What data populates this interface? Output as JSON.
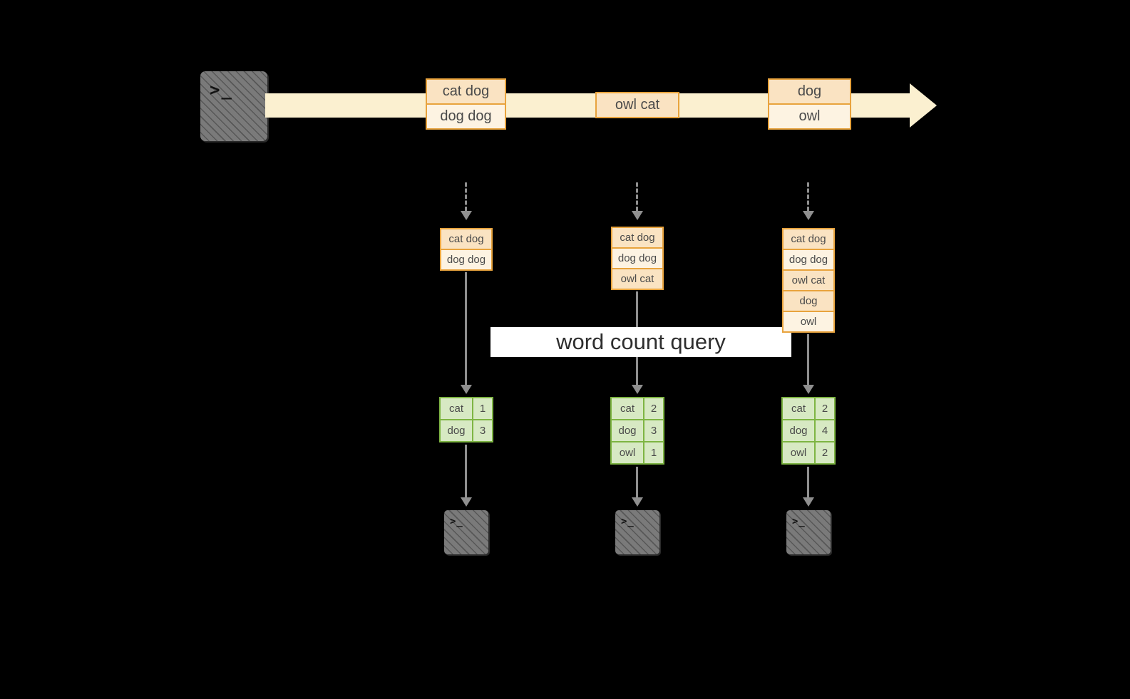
{
  "diagram": {
    "query_label": "word count query",
    "terminal_prompt": ">_"
  },
  "stream_groups": [
    {
      "top": "cat dog",
      "bottom": "dog dog"
    },
    {
      "top": "owl cat"
    },
    {
      "top": "dog",
      "bottom": "owl"
    }
  ],
  "snapshots": [
    {
      "buffer": [
        "cat dog",
        "dog dog"
      ],
      "counts": [
        {
          "word": "cat",
          "n": 1
        },
        {
          "word": "dog",
          "n": 3
        }
      ]
    },
    {
      "buffer": [
        "cat dog",
        "dog dog",
        "owl cat"
      ],
      "counts": [
        {
          "word": "cat",
          "n": 2
        },
        {
          "word": "dog",
          "n": 3
        },
        {
          "word": "owl",
          "n": 1
        }
      ]
    },
    {
      "buffer": [
        "cat dog",
        "dog dog",
        "owl cat",
        "dog",
        "owl"
      ],
      "counts": [
        {
          "word": "cat",
          "n": 2
        },
        {
          "word": "dog",
          "n": 4
        },
        {
          "word": "owl",
          "n": 2
        }
      ]
    }
  ],
  "colors": {
    "background": "#000000",
    "stream_arrow": "#fbf0d0",
    "record_border": "#e8a33d",
    "record_fill_dark": "#fae3c2",
    "record_fill_light": "#fdf3e2",
    "table_border": "#7eb543",
    "table_fill": "#d7e9c3",
    "connector": "#8f8f8f",
    "banner_bg": "#ffffff"
  }
}
